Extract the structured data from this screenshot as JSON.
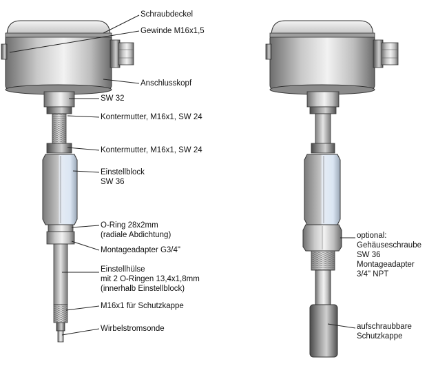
{
  "labels_left": {
    "schraubdeckel": "Schraubdeckel",
    "gewinde": "Gewinde M16x1,5",
    "anschlusskopf": "Anschlusskopf",
    "sw32": "SW 32",
    "kontermutter1": "Kontermutter, M16x1, SW 24",
    "kontermutter2": "Kontermutter, M16x1, SW 24",
    "einstellblock_1": "Einstellblock",
    "einstellblock_2": "SW 36",
    "oring_1": "O-Ring 28x2mm",
    "oring_2": "(radiale Abdichtung)",
    "montageadapter": "Montageadapter G3/4\"",
    "einstellhuelse_1": "Einstellhülse",
    "einstellhuelse_2": "mit 2 O-Ringen 13,4x1,8mm",
    "einstellhuelse_3": "(innerhalb Einstellblock)",
    "m16_schutzkappe": "M16x1 für Schutzkappe",
    "wirbelstromsonde": "Wirbelstromsonde"
  },
  "labels_right": {
    "optional_1": "optional:",
    "optional_2": "Gehäuseschraube",
    "optional_3": "SW 36",
    "optional_4": "Montageadapter",
    "optional_5": "3/4\" NPT",
    "schutzkappe_1": "aufschraubbare",
    "schutzkappe_2": "Schutzkappe"
  }
}
